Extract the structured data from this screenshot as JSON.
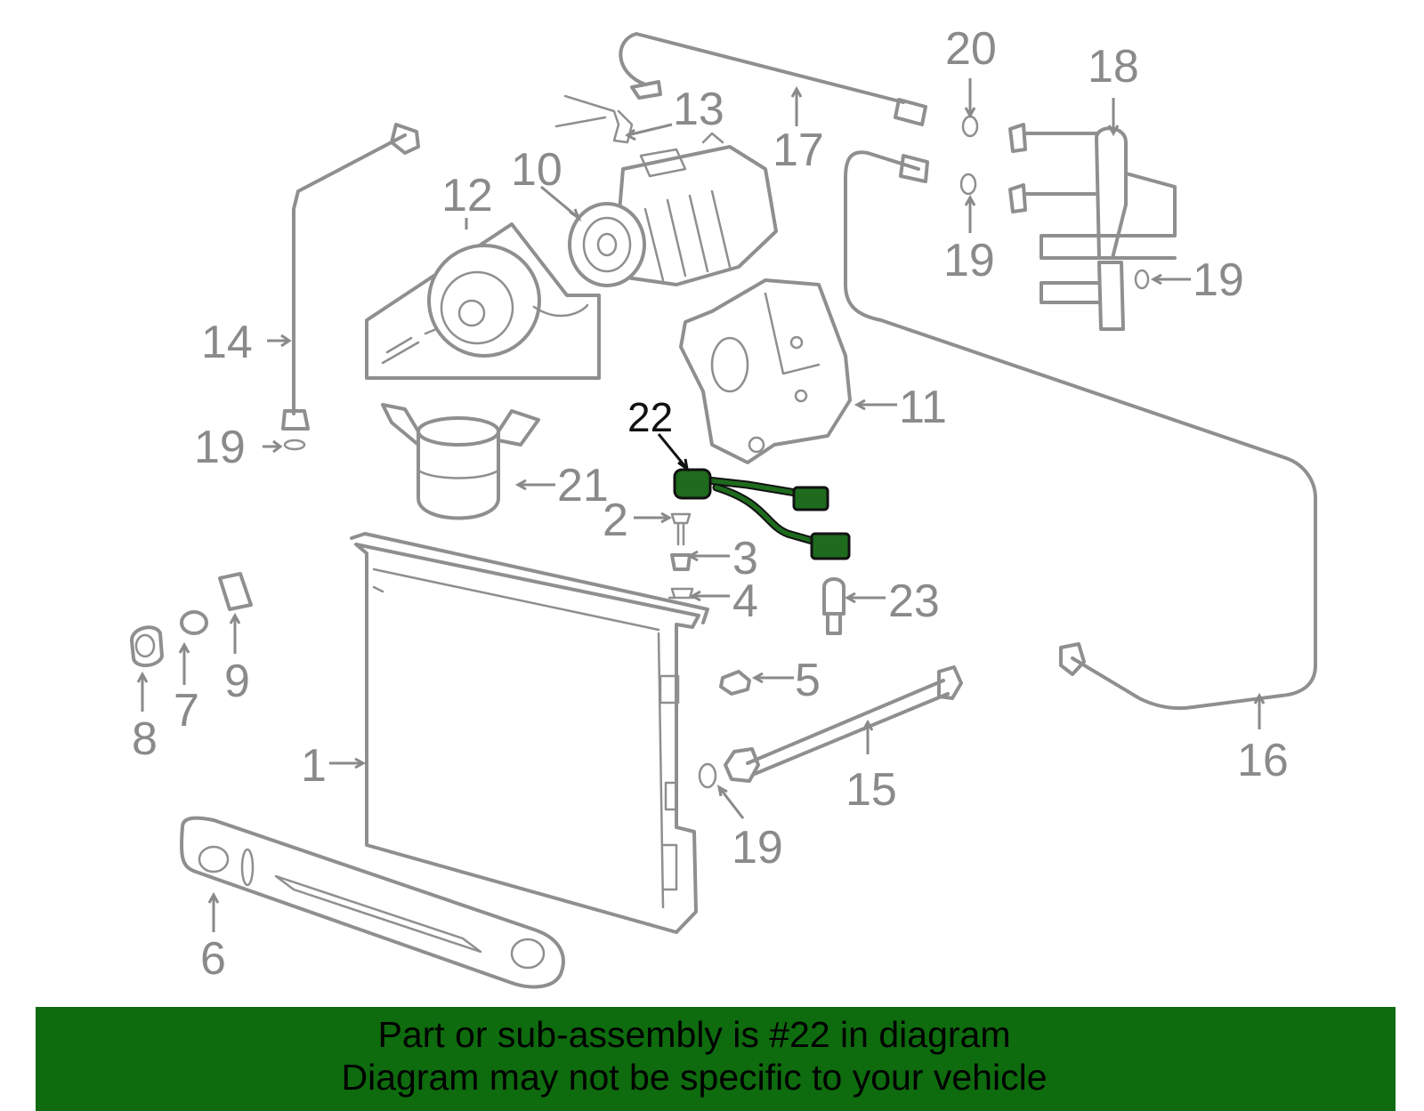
{
  "colors": {
    "part_stroke": "#8f8f8f",
    "label_gray": "#8a8a8a",
    "highlight_part": "#1e6b1e",
    "banner_bg": "#0e6b0e",
    "banner_text": "#000000"
  },
  "labels": {
    "l1": "1",
    "l2": "2",
    "l3": "3",
    "l4": "4",
    "l5": "5",
    "l6": "6",
    "l7": "7",
    "l8": "8",
    "l9": "9",
    "l10": "10",
    "l11": "11",
    "l12": "12",
    "l13": "13",
    "l14": "14",
    "l15": "15",
    "l16": "16",
    "l17": "17",
    "l18": "18",
    "l19": "19",
    "l20": "20",
    "l21": "21",
    "l22": "22",
    "l23": "23"
  },
  "banner": {
    "line1": "Part or sub-assembly is #22 in diagram",
    "line2": "Diagram may not be specific to your vehicle"
  }
}
